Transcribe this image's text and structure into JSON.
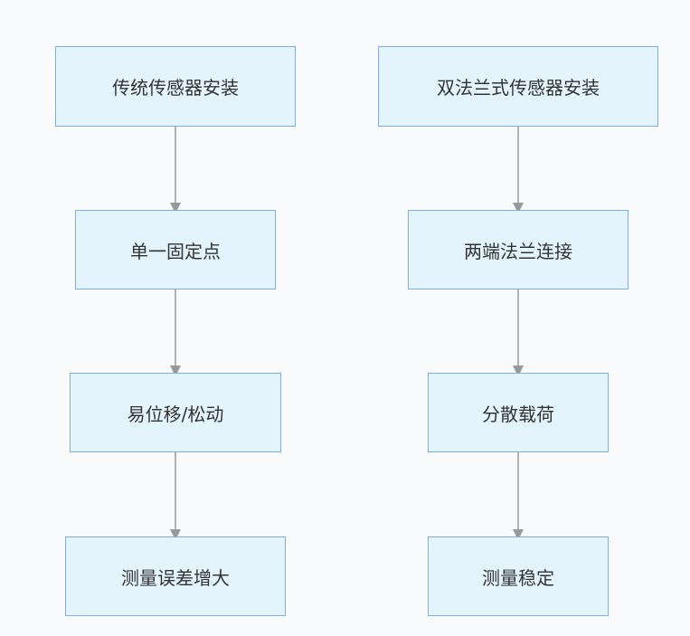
{
  "diagram": {
    "left_flow": {
      "nodes": [
        {
          "label": "传统传感器安装"
        },
        {
          "label": "单一固定点"
        },
        {
          "label": "易位移/松动"
        },
        {
          "label": "测量误差增大"
        }
      ]
    },
    "right_flow": {
      "nodes": [
        {
          "label": "双法兰式传感器安装"
        },
        {
          "label": "两端法兰连接"
        },
        {
          "label": "分散载荷"
        },
        {
          "label": "测量稳定"
        }
      ]
    },
    "colors": {
      "node_fill": "#e3f4fc",
      "node_border": "#7aaef0",
      "edge": "#999999",
      "background": "#f9fafb"
    }
  }
}
